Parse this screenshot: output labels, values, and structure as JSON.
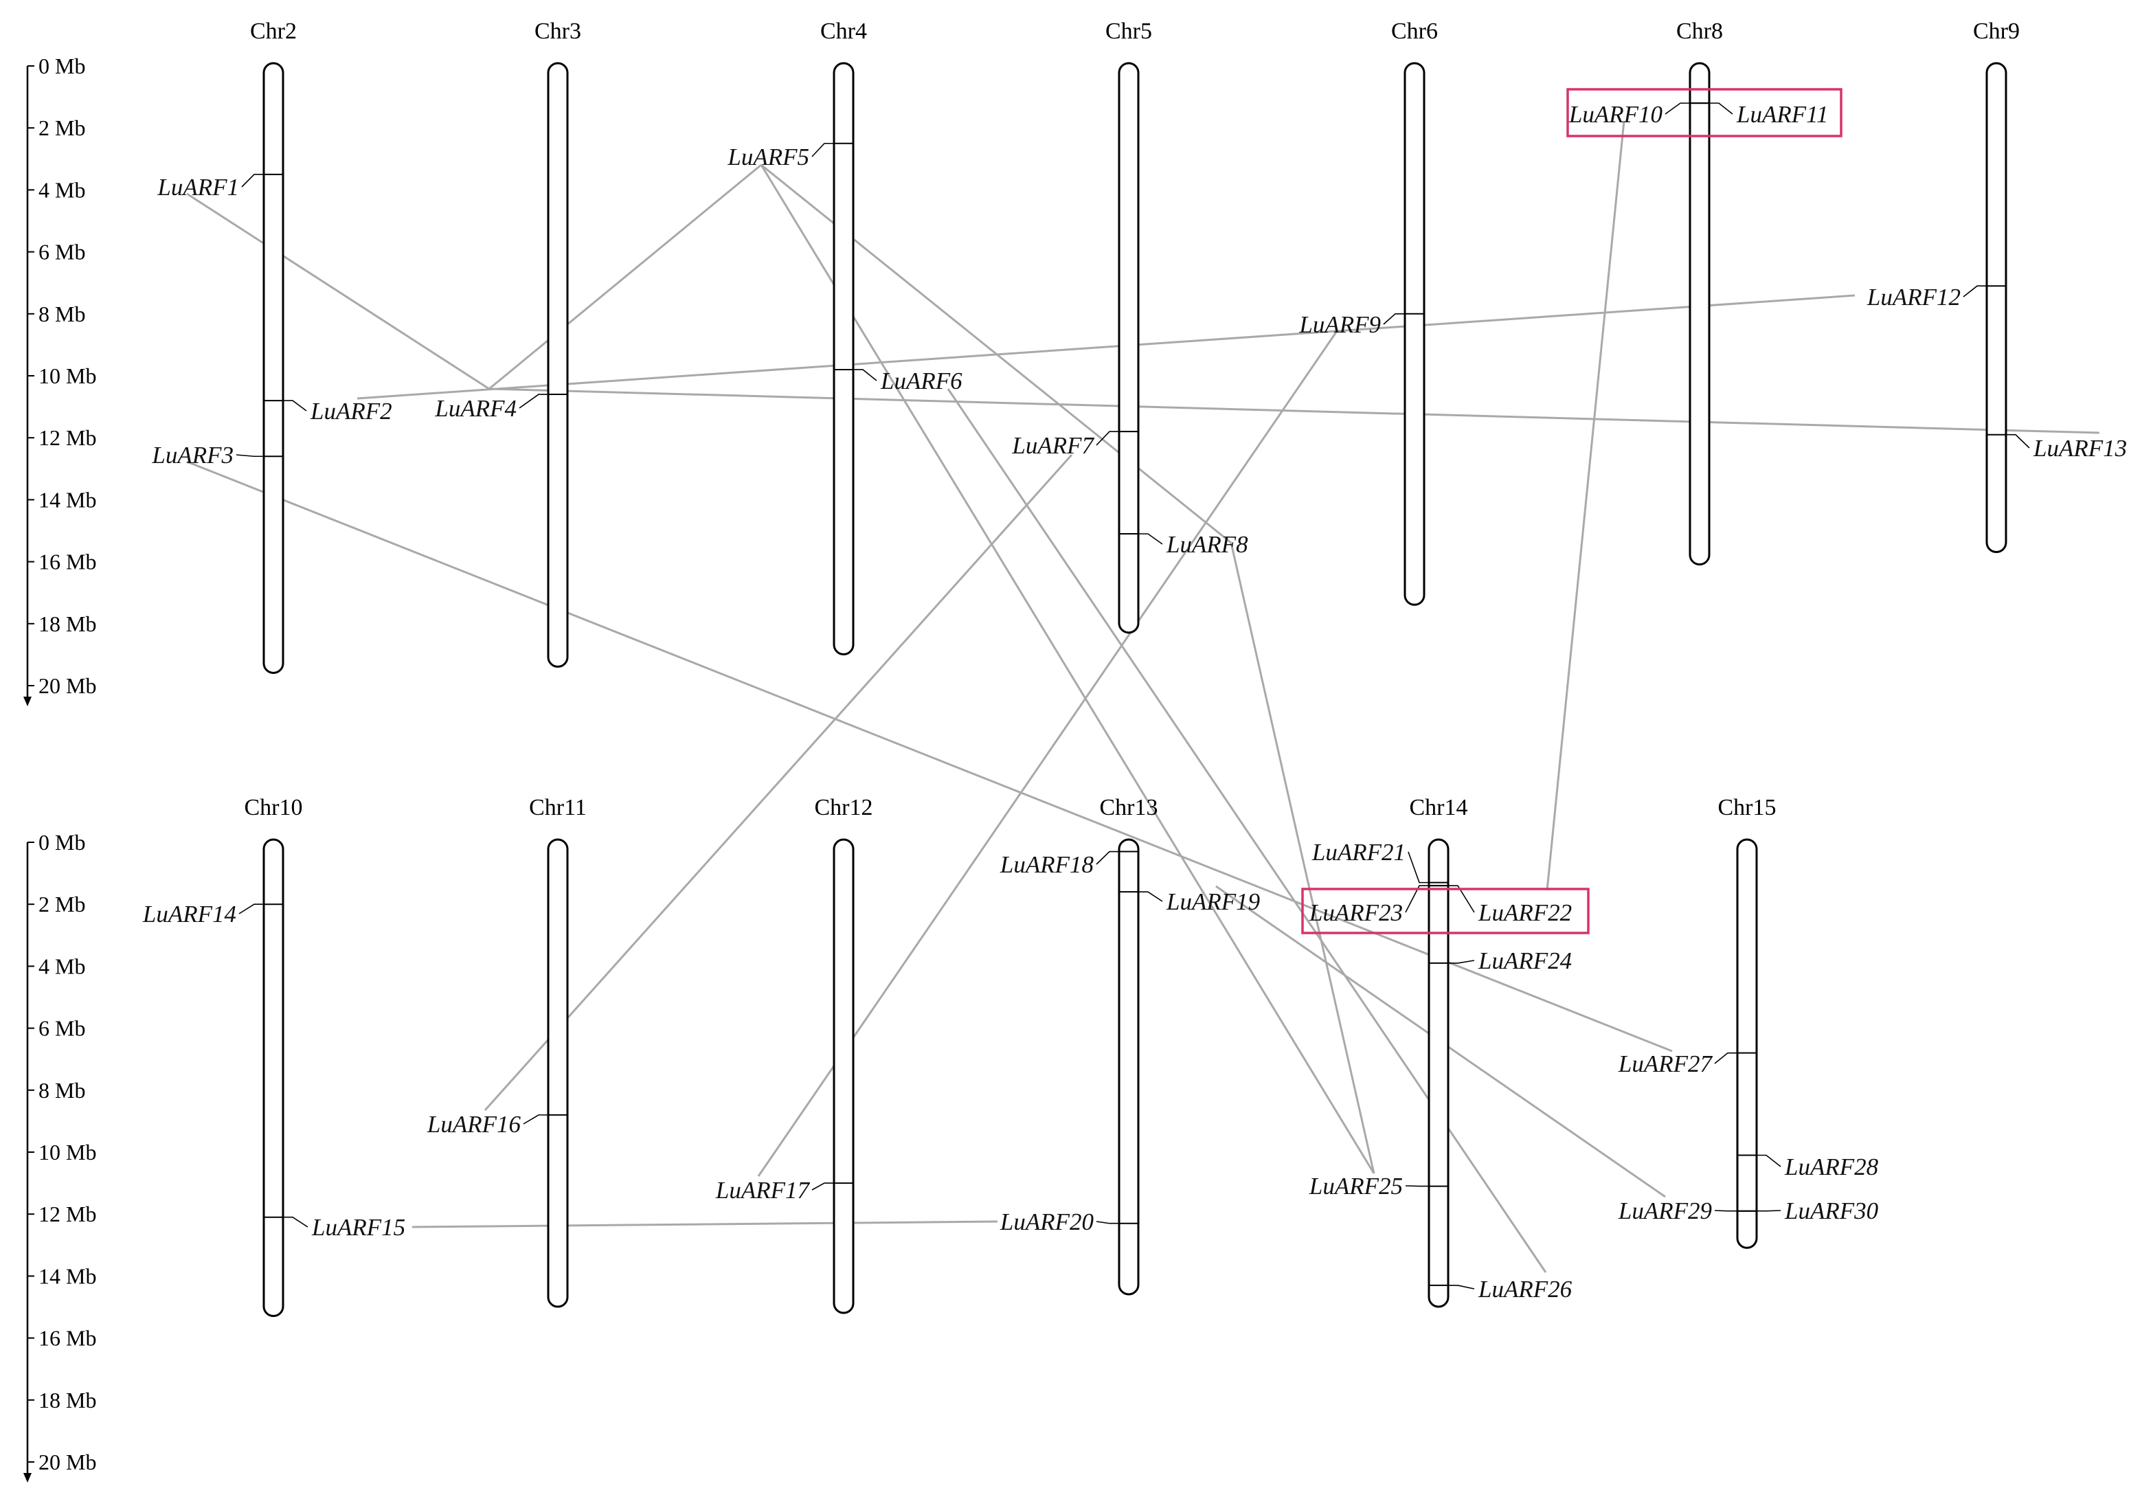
{
  "axis": {
    "ticks": [
      "0 Mb",
      "2 Mb",
      "4 Mb",
      "6 Mb",
      "8 Mb",
      "10 Mb",
      "12 Mb",
      "14 Mb",
      "16 Mb",
      "18 Mb",
      "20 Mb"
    ],
    "max_mb": 20
  },
  "rows": [
    {
      "chromosomes": [
        {
          "name": "Chr2",
          "length_mb": 19.5
        },
        {
          "name": "Chr3",
          "length_mb": 19.3
        },
        {
          "name": "Chr4",
          "length_mb": 18.9
        },
        {
          "name": "Chr5",
          "length_mb": 18.2
        },
        {
          "name": "Chr6",
          "length_mb": 17.3
        },
        {
          "name": "Chr8",
          "length_mb": 16.0
        },
        {
          "name": "Chr9",
          "length_mb": 15.6
        }
      ]
    },
    {
      "chromosomes": [
        {
          "name": "Chr10",
          "length_mb": 15.2
        },
        {
          "name": "Chr11",
          "length_mb": 14.9
        },
        {
          "name": "Chr12",
          "length_mb": 15.1
        },
        {
          "name": "Chr13",
          "length_mb": 14.5
        },
        {
          "name": "Chr14",
          "length_mb": 14.9
        },
        {
          "name": "Chr15",
          "length_mb": 13.0
        }
      ]
    }
  ],
  "genes": [
    {
      "name": "LuARF1",
      "chr": "Chr2",
      "pos_mb": 3.5,
      "side": "left"
    },
    {
      "name": "LuARF2",
      "chr": "Chr2",
      "pos_mb": 10.8,
      "side": "right"
    },
    {
      "name": "LuARF3",
      "chr": "Chr2",
      "pos_mb": 12.6,
      "side": "left"
    },
    {
      "name": "LuARF4",
      "chr": "Chr3",
      "pos_mb": 10.6,
      "side": "left"
    },
    {
      "name": "LuARF5",
      "chr": "Chr4",
      "pos_mb": 2.5,
      "side": "left"
    },
    {
      "name": "LuARF6",
      "chr": "Chr4",
      "pos_mb": 9.8,
      "side": "right"
    },
    {
      "name": "LuARF7",
      "chr": "Chr5",
      "pos_mb": 11.8,
      "side": "left"
    },
    {
      "name": "LuARF8",
      "chr": "Chr5",
      "pos_mb": 15.1,
      "side": "right"
    },
    {
      "name": "LuARF9",
      "chr": "Chr6",
      "pos_mb": 8.0,
      "side": "left"
    },
    {
      "name": "LuARF10",
      "chr": "Chr8",
      "pos_mb": 1.2,
      "side": "left"
    },
    {
      "name": "LuARF11",
      "chr": "Chr8",
      "pos_mb": 1.2,
      "side": "right"
    },
    {
      "name": "LuARF12",
      "chr": "Chr9",
      "pos_mb": 7.1,
      "side": "left"
    },
    {
      "name": "LuARF13",
      "chr": "Chr9",
      "pos_mb": 11.9,
      "side": "right"
    },
    {
      "name": "LuARF14",
      "chr": "Chr10",
      "pos_mb": 2.0,
      "side": "left"
    },
    {
      "name": "LuARF15",
      "chr": "Chr10",
      "pos_mb": 12.1,
      "side": "right"
    },
    {
      "name": "LuARF16",
      "chr": "Chr11",
      "pos_mb": 8.8,
      "side": "left"
    },
    {
      "name": "LuARF17",
      "chr": "Chr12",
      "pos_mb": 11.0,
      "side": "left"
    },
    {
      "name": "LuARF18",
      "chr": "Chr13",
      "pos_mb": 0.3,
      "side": "left"
    },
    {
      "name": "LuARF19",
      "chr": "Chr13",
      "pos_mb": 1.6,
      "side": "right"
    },
    {
      "name": "LuARF20",
      "chr": "Chr13",
      "pos_mb": 12.3,
      "side": "left"
    },
    {
      "name": "LuARF21",
      "chr": "Chr14",
      "pos_mb": 1.3,
      "side": "left"
    },
    {
      "name": "LuARF22",
      "chr": "Chr14",
      "pos_mb": 1.4,
      "side": "right"
    },
    {
      "name": "LuARF23",
      "chr": "Chr14",
      "pos_mb": 1.4,
      "side": "left"
    },
    {
      "name": "LuARF24",
      "chr": "Chr14",
      "pos_mb": 3.9,
      "side": "right"
    },
    {
      "name": "LuARF25",
      "chr": "Chr14",
      "pos_mb": 11.1,
      "side": "left"
    },
    {
      "name": "LuARF26",
      "chr": "Chr14",
      "pos_mb": 14.3,
      "side": "right"
    },
    {
      "name": "LuARF27",
      "chr": "Chr15",
      "pos_mb": 6.8,
      "side": "left"
    },
    {
      "name": "LuARF28",
      "chr": "Chr15",
      "pos_mb": 10.1,
      "side": "right"
    },
    {
      "name": "LuARF29",
      "chr": "Chr15",
      "pos_mb": 11.9,
      "side": "left"
    },
    {
      "name": "LuARF30",
      "chr": "Chr15",
      "pos_mb": 11.9,
      "side": "right"
    }
  ],
  "duplications": [
    [
      "LuARF1",
      "LuARF4"
    ],
    [
      "LuARF4",
      "LuARF5"
    ],
    [
      "LuARF2",
      "LuARF12"
    ],
    [
      "LuARF4",
      "LuARF13"
    ],
    [
      "LuARF3",
      "LuARF27"
    ],
    [
      "LuARF5",
      "LuARF8"
    ],
    [
      "LuARF5",
      "LuARF25"
    ],
    [
      "LuARF6",
      "LuARF26"
    ],
    [
      "LuARF7",
      "LuARF16"
    ],
    [
      "LuARF8",
      "LuARF25"
    ],
    [
      "LuARF9",
      "LuARF17"
    ],
    [
      "LuARF10",
      "LuARF22"
    ],
    [
      "LuARF15",
      "LuARF20"
    ],
    [
      "LuARF19",
      "LuARF29"
    ]
  ],
  "tandem_groups": [
    [
      "LuARF10",
      "LuARF11"
    ],
    [
      "LuARF22",
      "LuARF23"
    ]
  ],
  "colors": {
    "link": "#a9a9a9",
    "highlight": "#d6336c",
    "chromosome": "#000000"
  }
}
